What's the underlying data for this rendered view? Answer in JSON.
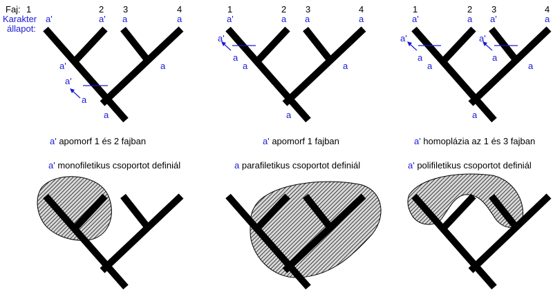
{
  "labels": {
    "faj": "Faj:",
    "karakter": "Karakter",
    "allapot": "állapot:"
  },
  "species": [
    "1",
    "2",
    "3",
    "4"
  ],
  "states": {
    "derived": "a'",
    "ancestral": "a"
  },
  "trees": [
    {
      "tips": [
        "a'",
        "a'",
        "a",
        "a"
      ],
      "caption": {
        "lead": "a'",
        "text": " apomorf 1 és 2 fajban"
      },
      "group_caption": {
        "lead": "a'",
        "text": " monofiletikus csoportot definiál"
      }
    },
    {
      "tips": [
        "a'",
        "a",
        "a",
        "a"
      ],
      "caption": {
        "lead": "a'",
        "text": " apomorf 1 fajban"
      },
      "group_caption": {
        "lead": "a",
        "text": " parafiletikus csoportot definiál"
      }
    },
    {
      "tips": [
        "a'",
        "a",
        "a'",
        "a"
      ],
      "caption": {
        "lead": "a'",
        "text": " homoplázia az 1 és 3 fajban"
      },
      "group_caption": {
        "lead": "a'",
        "text": " polifiletikus csoportot definiál"
      }
    }
  ],
  "colors": {
    "state_blue": "#1a1ad6",
    "branch": "#000000"
  }
}
